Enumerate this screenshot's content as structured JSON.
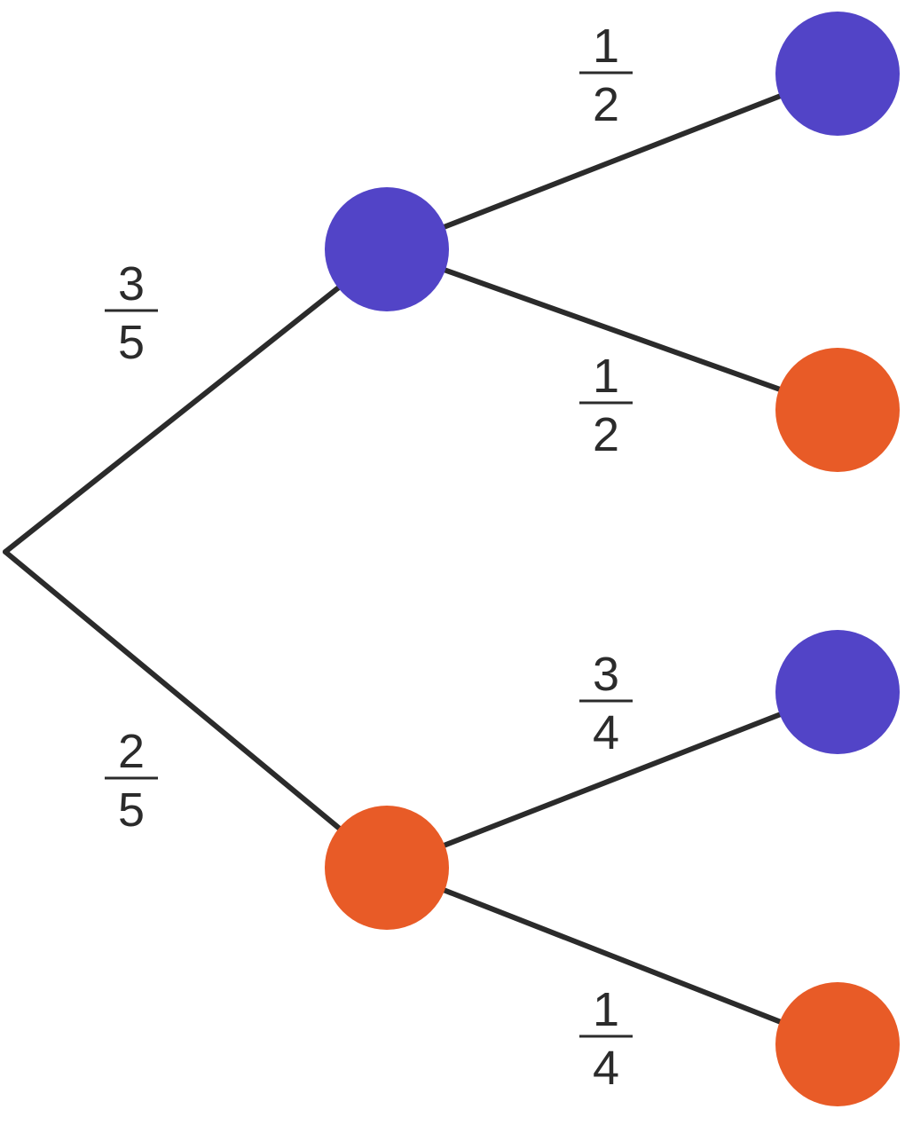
{
  "diagram": {
    "type": "probability-tree",
    "colors": {
      "blue": "#5244c7",
      "orange": "#e85b27",
      "line": "#2b2b2b"
    },
    "branches": [
      {
        "id": "first-blue",
        "numerator": "3",
        "denominator": "5"
      },
      {
        "id": "first-orange",
        "numerator": "2",
        "denominator": "5"
      },
      {
        "id": "blue-blue",
        "numerator": "1",
        "denominator": "2"
      },
      {
        "id": "blue-orange",
        "numerator": "1",
        "denominator": "2"
      },
      {
        "id": "orange-blue",
        "numerator": "3",
        "denominator": "4"
      },
      {
        "id": "orange-orange",
        "numerator": "1",
        "denominator": "4"
      }
    ],
    "nodes": [
      {
        "id": "first-blue",
        "color": "blue"
      },
      {
        "id": "first-orange",
        "color": "orange"
      },
      {
        "id": "blue-blue",
        "color": "blue"
      },
      {
        "id": "blue-orange",
        "color": "orange"
      },
      {
        "id": "orange-blue",
        "color": "blue"
      },
      {
        "id": "orange-orange",
        "color": "orange"
      }
    ]
  }
}
